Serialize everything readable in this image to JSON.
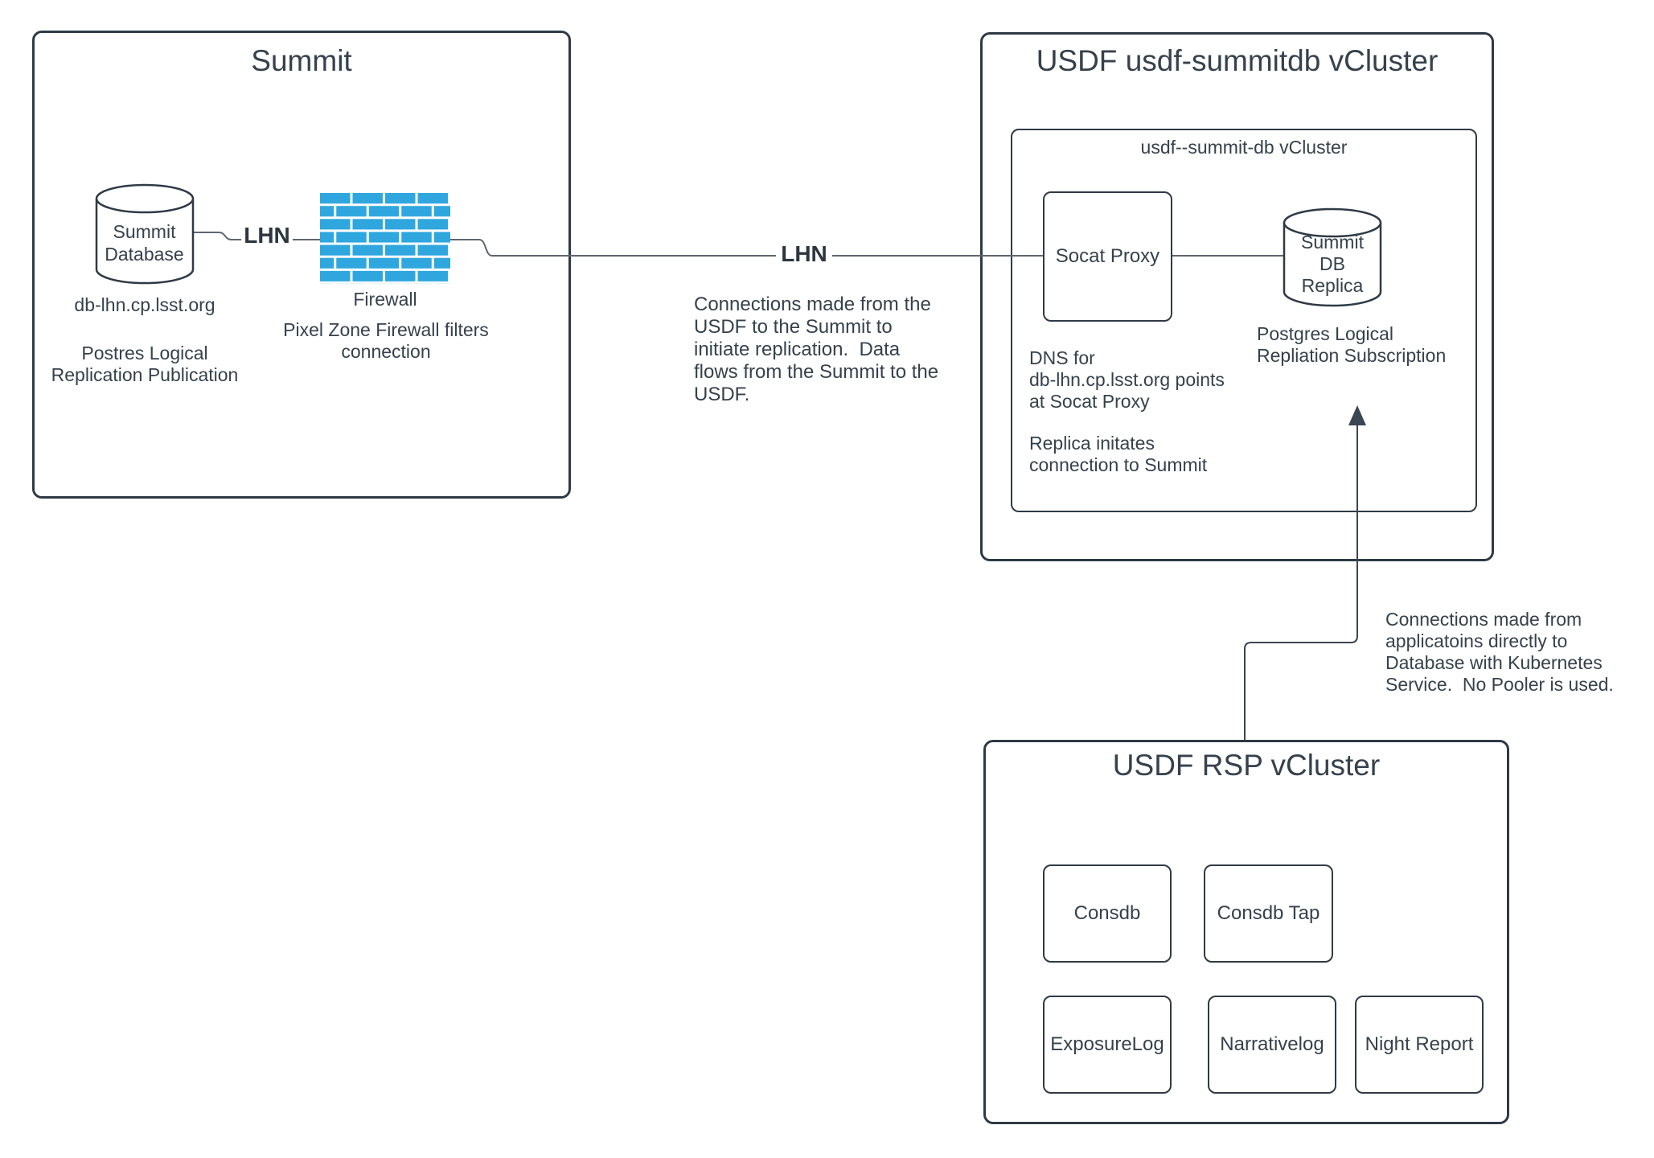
{
  "colors": {
    "border": "#2f3a45",
    "text": "#36414c",
    "connector": "#5d6770",
    "arrow": "#3a4651",
    "brick_blue": "#2fa7de"
  },
  "summit": {
    "title": "Summit",
    "db_lines": [
      "Summit",
      "Database"
    ],
    "db_hostname": "db-lhn.cp.lsst.org",
    "db_note_lines": [
      "Postres Logical",
      "Replication Publication"
    ],
    "lhn_label": "LHN",
    "firewall_label": "Firewall",
    "firewall_note_lines": [
      "Pixel Zone Firewall filters",
      "connection"
    ]
  },
  "link": {
    "lhn_label": "LHN",
    "note_lines": [
      "Connections made from the",
      "USDF to the Summit to",
      "initiate replication.  Data",
      "flows from the Summit to the",
      "USDF."
    ]
  },
  "usdf_summitdb": {
    "title": "USDF usdf-summitdb vCluster",
    "inner_title": "usdf--summit-db vCluster",
    "socat_label": "Socat Proxy",
    "replica_lines": [
      "Summit",
      "DB",
      "Replica"
    ],
    "subscription_lines": [
      "Postgres Logical",
      "Repliation Subscription"
    ],
    "dns_lines": [
      "DNS for",
      "db-lhn.cp.lsst.org points",
      "at Socat Proxy"
    ],
    "replica_note_lines": [
      "Replica initates",
      "connection to Summit"
    ]
  },
  "apps_note_lines": [
    "Connections made from",
    "applicatoins directly to",
    "Database with Kubernetes",
    "Service.  No Pooler is used."
  ],
  "usdf_rsp": {
    "title": "USDF RSP vCluster",
    "services": [
      "Consdb",
      "Consdb Tap",
      "ExposureLog",
      "Narrativelog",
      "Night Report"
    ]
  }
}
